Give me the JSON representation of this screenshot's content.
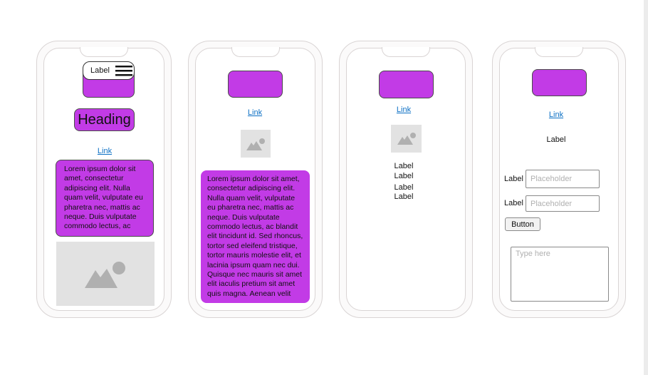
{
  "phone1": {
    "navbar_label": "Label",
    "navbar_icon": "hamburger-menu-icon",
    "heading": "Heading",
    "link": "Link",
    "paragraph": "Lorem ipsum dolor sit amet, consectetur adipiscing elit. Nulla quam velit, vulputate eu pharetra nec, mattis ac neque. Duis vulputate commodo lectus, ac",
    "image_icon": "image-placeholder-icon"
  },
  "phone2": {
    "link": "Link",
    "image_icon": "image-placeholder-icon",
    "paragraph": "Lorem ipsum dolor sit amet, consectetur adipiscing elit. Nulla quam velit, vulputate eu pharetra nec, mattis ac neque. Duis vulputate commodo lectus, ac blandit elit tincidunt id. Sed rhoncus, tortor sed eleifend tristique, tortor mauris molestie elit, et lacinia ipsum quam nec dui. Quisque nec mauris sit amet elit iaculis pretium sit amet quis magna. Aenean velit"
  },
  "phone3": {
    "link": "Link",
    "image_icon": "image-placeholder-icon",
    "labels": [
      "Label",
      "Label",
      "Label",
      "Label"
    ]
  },
  "phone4": {
    "link": "Link",
    "label": "Label",
    "field1_label": "Label",
    "field1_placeholder": "Placeholder",
    "field2_label": "Label",
    "field2_placeholder": "Placeholder",
    "button": "Button",
    "textarea_placeholder": "Type here"
  },
  "colors": {
    "accent_purple": "#c23be6",
    "link_blue": "#0b6fc4",
    "image_placeholder_bg": "#e2e2e2",
    "image_placeholder_fg": "#b0b0b0"
  }
}
